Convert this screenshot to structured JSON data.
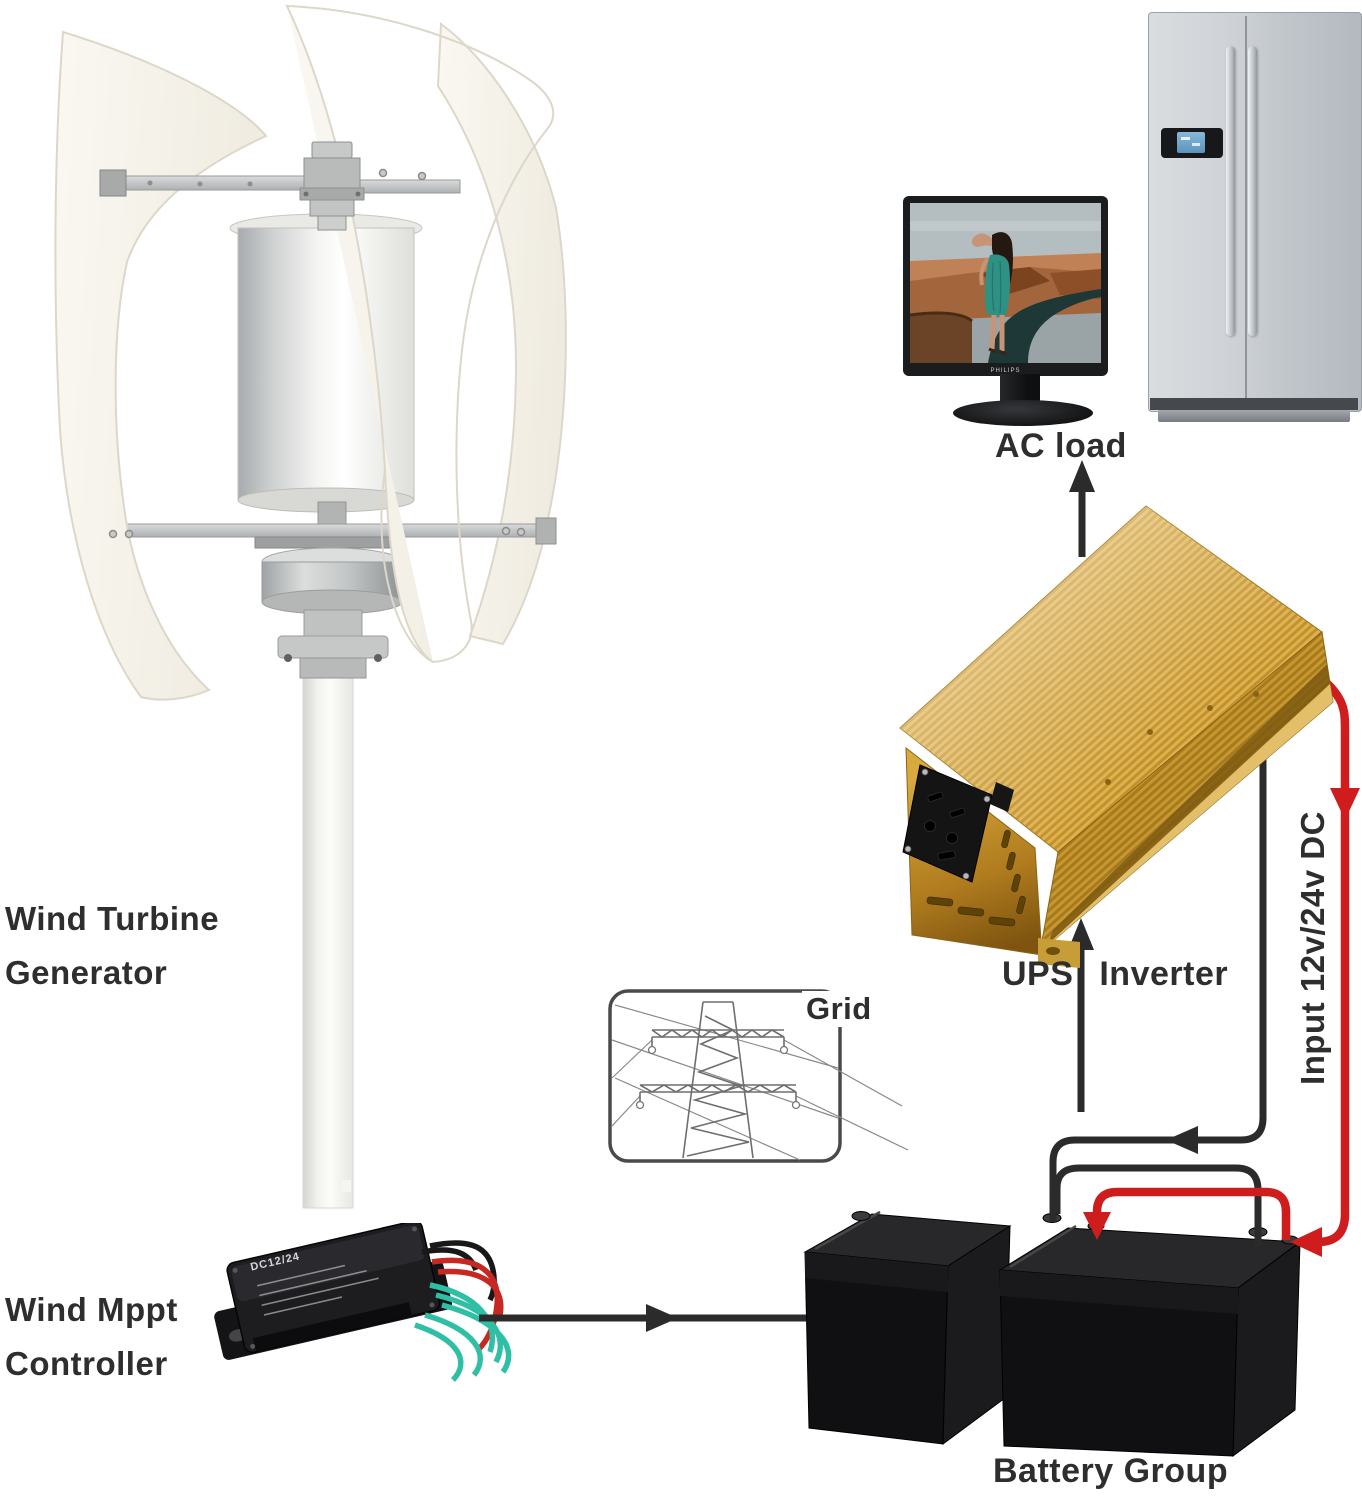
{
  "labels": {
    "ac_load": "AC load",
    "ups_inverter": "UPS Inverter",
    "input_dc": "Input 12v/24v DC",
    "grid": "Grid",
    "wind_turbine_line1": "Wind Turbine",
    "wind_turbine_line2": "Generator",
    "mppt_line1": "Wind Mppt",
    "mppt_line2": "Controller",
    "battery_group": "Battery Group",
    "controller_model": "DC12/24",
    "monitor_brand": "PHILIPS"
  },
  "colors": {
    "wire_black": "#2b2b2b",
    "wire_red": "#cf1d1d",
    "label_text": "#2e2e2e",
    "inverter_gold": "#d2a23c",
    "controller_wire_teal": "#2fbfa4",
    "blade_cream": "#f6f3ec",
    "battery_black": "#151517",
    "fridge_silver": "#c9cdd2"
  }
}
